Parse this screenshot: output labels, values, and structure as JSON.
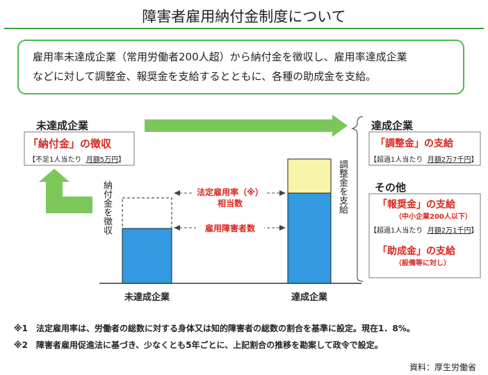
{
  "title": "障害者雇用納付金制度について",
  "summary": {
    "line1": "雇用率未達成企業（常用労働者200人超）から納付金を徴収し、雇用率達成企業",
    "line2": "などに対して調整金、報奨金を支給するとともに、各種の助成金を支給。"
  },
  "left": {
    "heading": "未達成企業",
    "box_title": "「納付金」の徴収",
    "box_note_prefix": "【不足1人当たり",
    "box_note_amount": "月額5万円",
    "box_note_suffix": "】"
  },
  "right": {
    "heading": "達成企業",
    "box_title": "「調整金」の支給",
    "box_note_prefix": "【超過1人当たり",
    "box_note_amount": "月額2万7千円",
    "box_note_suffix": "】",
    "other_heading": "その他",
    "reward_title": "「報奨金」の支給",
    "reward_sub": "（中小企業200人以下）",
    "reward_note_prefix": "【超過1人当たり",
    "reward_note_amount": "月額2万1千円",
    "reward_note_suffix": "】",
    "grant_title": "「助成金」の支給",
    "grant_sub": "（設備等に対し）"
  },
  "chart": {
    "labels": {
      "collect": "納付金を徴収",
      "adjust": "調整金を支給",
      "statutory_line1": "法定雇用率（※）",
      "statutory_line2": "相当数",
      "employed": "雇用障害者数"
    },
    "categories": [
      "未達成企業",
      "達成企業"
    ],
    "colors": {
      "bar": "#3399e0",
      "surplus": "#f7f5a8",
      "green": "#7cc75a",
      "red": "#d9261c"
    }
  },
  "footnotes": {
    "note1": "※1　法定雇用率は、労働者の総数に対する身体又は知的障害者の総数の割合を基準に設定。現在1．8%。",
    "note2": "※2　障害者雇用促進法に基づき、少なくとも5年ごとに、上記割合の推移を勘案して政令で設定。"
  },
  "source": "資料：厚生労働省"
}
